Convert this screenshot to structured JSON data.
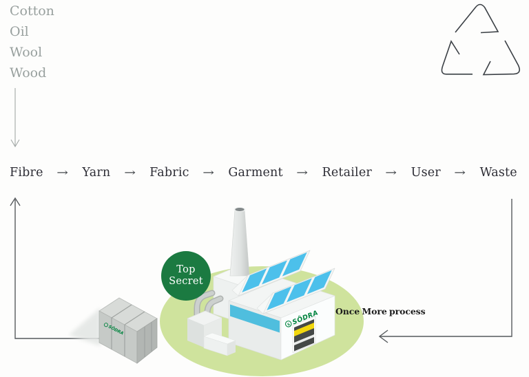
{
  "materials": {
    "items": [
      "Cotton",
      "Oil",
      "Wool",
      "Wood"
    ]
  },
  "flow": {
    "steps": [
      "Fibre",
      "Yarn",
      "Fabric",
      "Garment",
      "Retailer",
      "User",
      "Waste"
    ],
    "arrow_glyph": "→"
  },
  "factory": {
    "secret_badge": {
      "line1": "Top",
      "line2": "Secret"
    },
    "wall_logo": "SÖDRA",
    "bale_logo": "SÖDRA",
    "process_label": "Once More process"
  },
  "colors": {
    "brand_green": "#00833E",
    "badge_green": "#1B7A41",
    "ground_green": "#CFE39D",
    "panel_blue": "#4CC0EB",
    "band_blue": "#4FBEDE",
    "door_yellow": "#F2D70E",
    "text_dark": "#2D2D35",
    "muted_gray": "#98A09E",
    "arrow_gray": "#55595C"
  }
}
